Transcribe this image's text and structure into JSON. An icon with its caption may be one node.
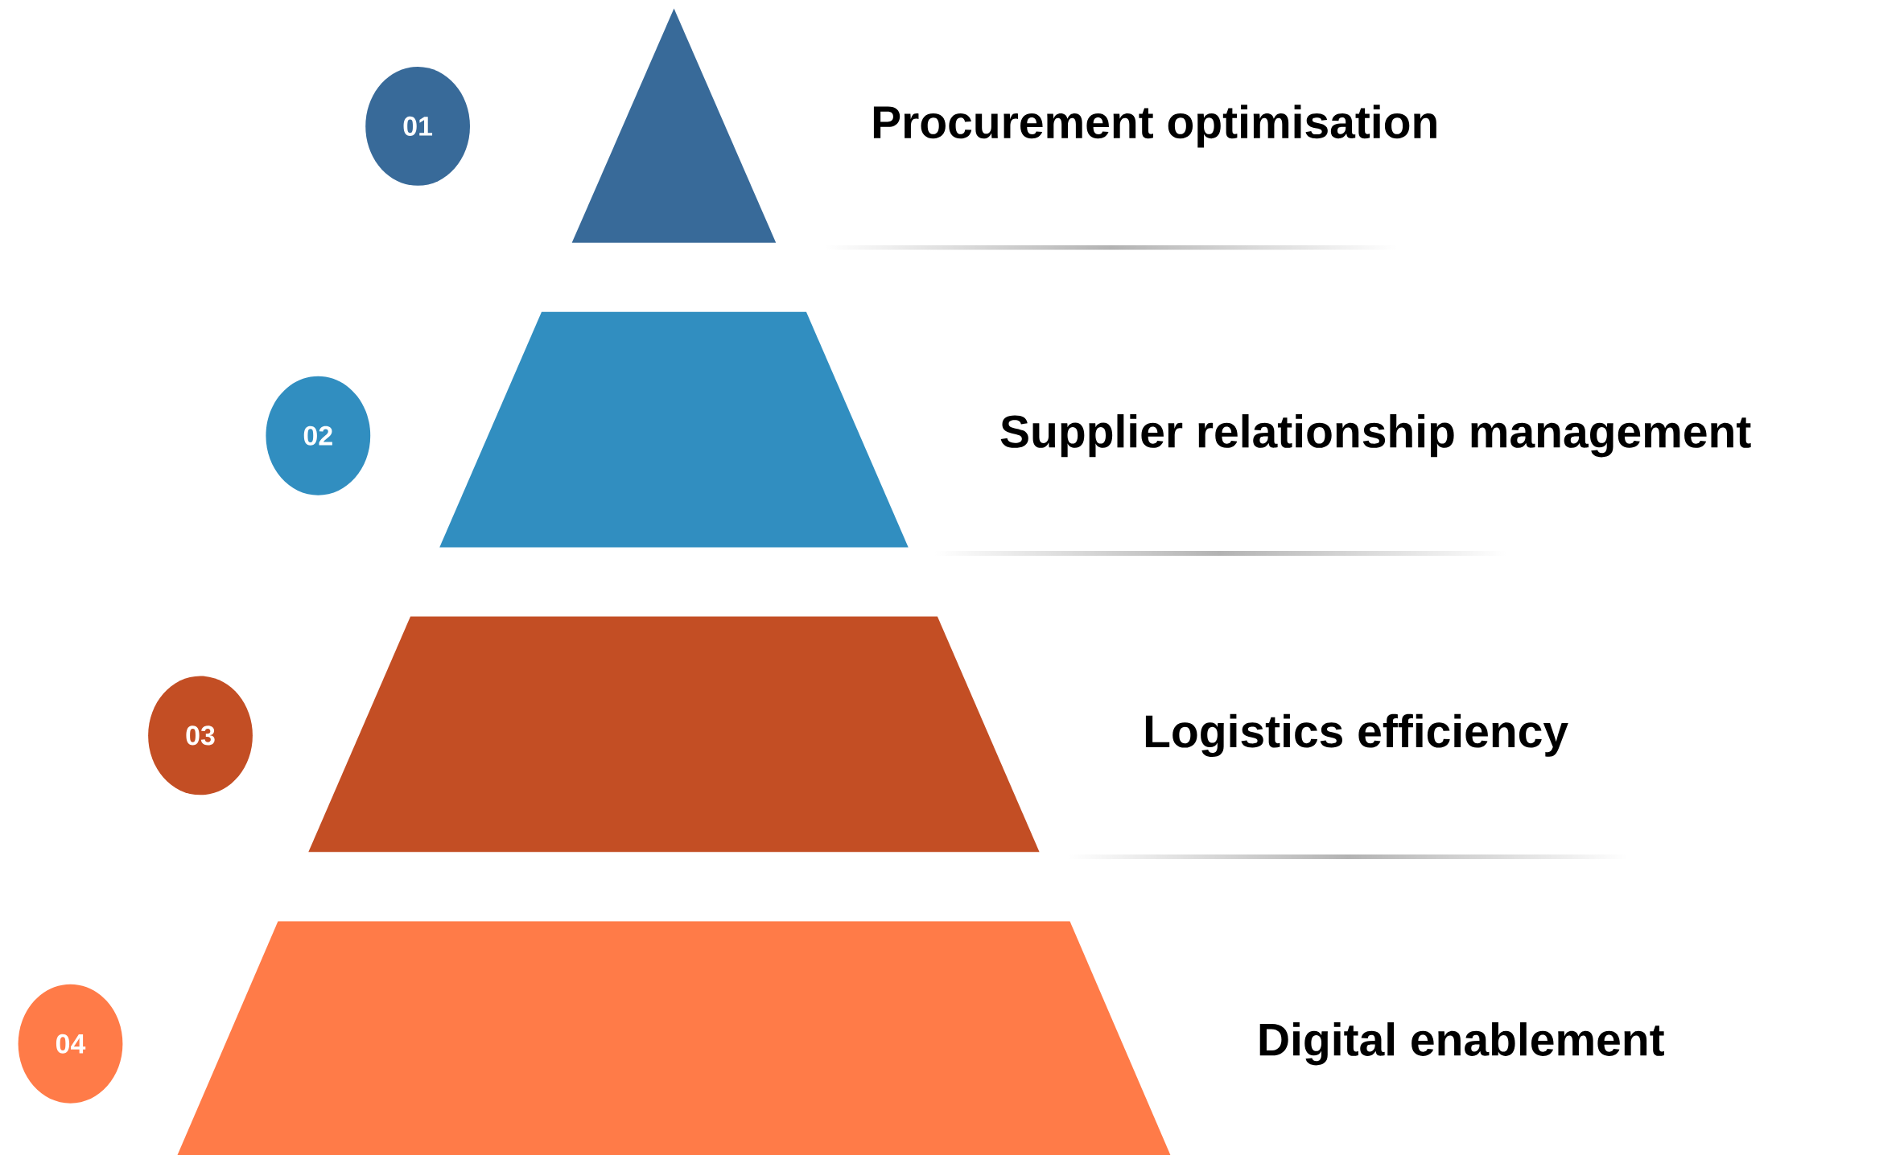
{
  "diagram": {
    "nodes": [
      {
        "text": [
          "01"
        ]
      },
      {
        "text": [],
        "shape": "triangle",
        "beside": [
          "Procurement optimisation"
        ]
      },
      {
        "text": [
          "02"
        ]
      },
      {
        "text": [],
        "shape": "trapezoid",
        "beside": [
          "Supplier relationship management"
        ]
      },
      {
        "text": [
          "03"
        ]
      },
      {
        "text": [],
        "shape": "trapezoid",
        "beside": [
          "Logistics efficiency"
        ]
      },
      {
        "text": [
          "04"
        ]
      },
      {
        "text": [],
        "shape": "trapezoid",
        "beside": [
          "Digital enablement"
        ]
      }
    ]
  }
}
